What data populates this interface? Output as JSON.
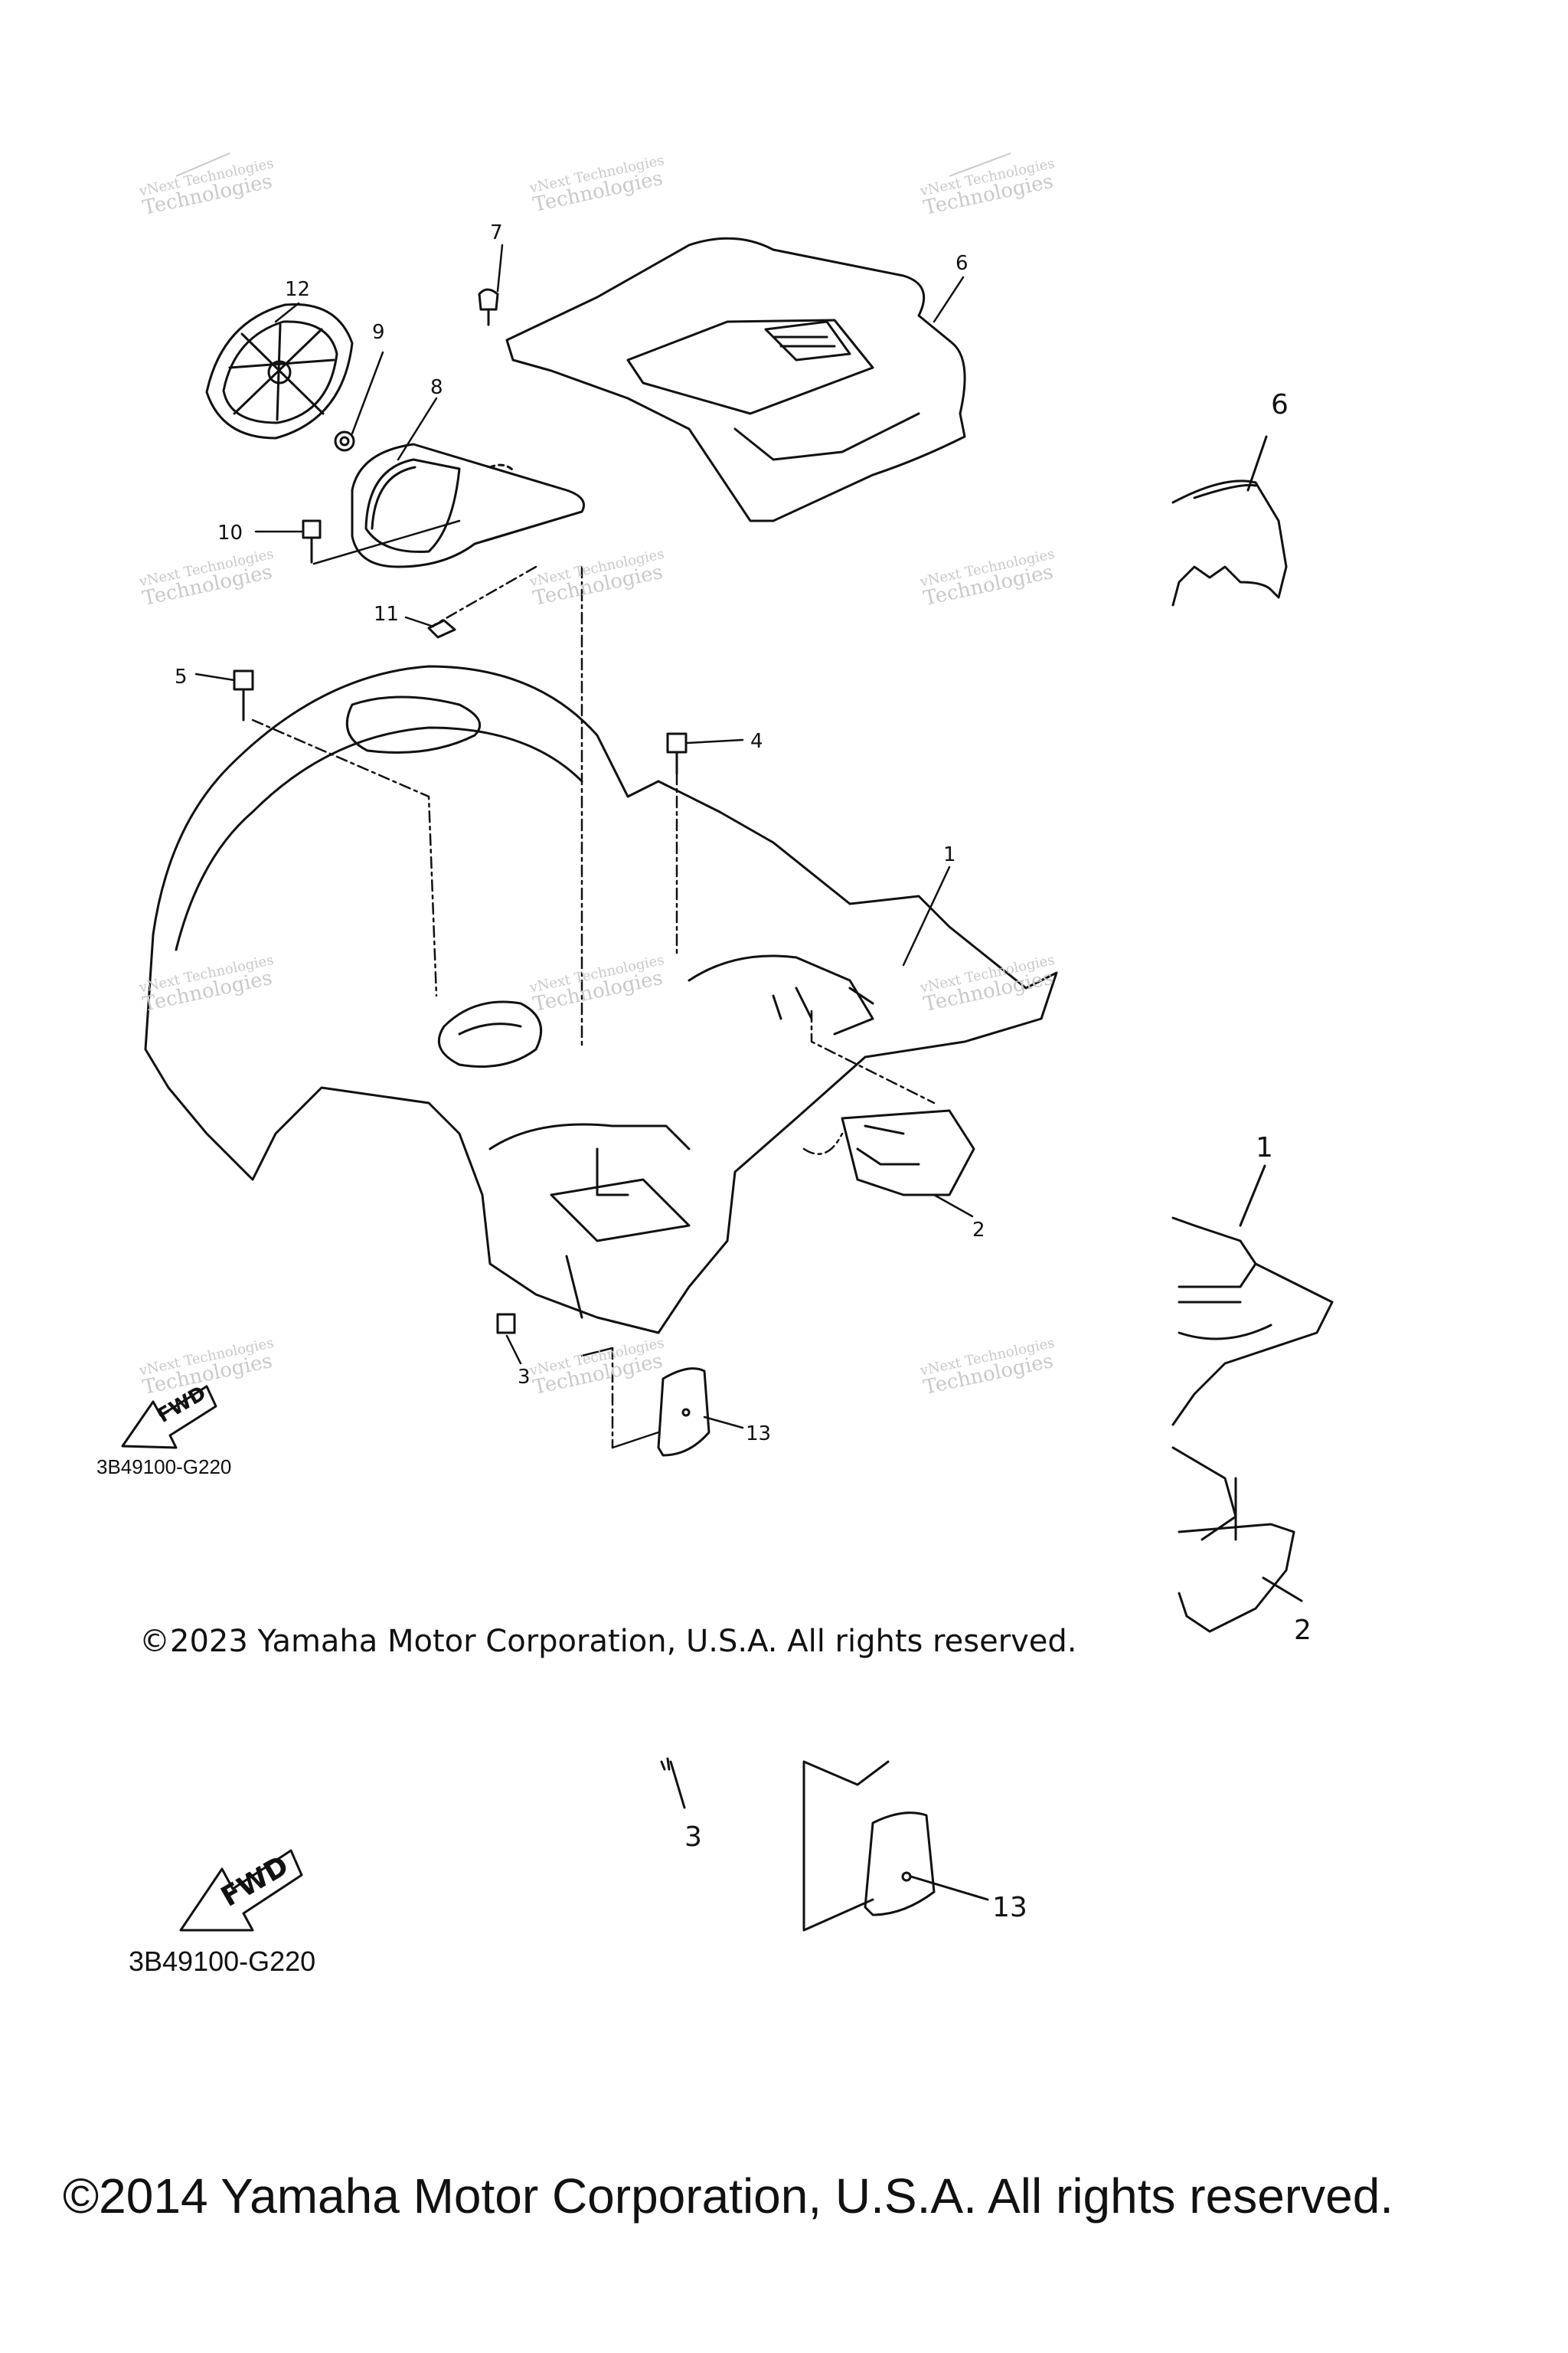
{
  "callouts": [
    "1",
    "2",
    "3",
    "4",
    "5",
    "6",
    "7",
    "8",
    "9",
    "10",
    "11",
    "12",
    "13"
  ],
  "detail_callouts": {
    "c6": "6",
    "c1": "1",
    "c2": "2",
    "c3": "3",
    "c13": "13"
  },
  "watermark": {
    "line1": "vNext Technologies",
    "line2": "Technologies"
  },
  "fwd_label": "FWD",
  "diagram_code_main": "3B49100-G220",
  "diagram_code_detail": "3B49100-G220",
  "copyright_2023": "©2023 Yamaha Motor Corporation, U.S.A. All rights reserved.",
  "copyright_2014": "©2014 Yamaha Motor Corporation, U.S.A. All rights reserved.",
  "colors": {
    "line": "#111111",
    "watermark": "#c9c9c9",
    "background": "#ffffff"
  }
}
